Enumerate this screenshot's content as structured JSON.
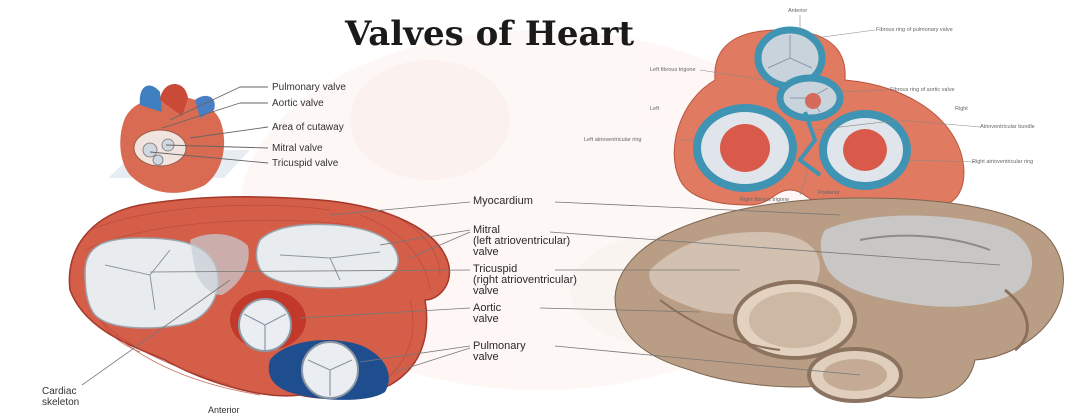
{
  "title": "Valves of Heart",
  "colors": {
    "muscle": "#d9604a",
    "muscle_dark": "#a83a2c",
    "ring_blue": "#3f93b3",
    "valve_white": "#ebeef1",
    "specimen": "#b89a80",
    "leader": "#7f7f7f",
    "text": "#333333"
  },
  "small_heart_labels": {
    "pulmonary": "Pulmonary valve",
    "aortic": "Aortic valve",
    "cutaway": "Area of cutaway",
    "mitral": "Mitral valve",
    "tricuspid": "Tricuspid valve"
  },
  "ring_diagram_labels": {
    "anterior": "Anterior",
    "fibrous_pulmonary": "Fibrous ring of pulmonary valve",
    "left_trigone": "Left fibrous trigone",
    "fibrous_aortic": "Fibrous ring of aortic valve",
    "left": "Left",
    "right": "Right",
    "left_av_ring": "Left atrioventricular ring",
    "av_bundle": "Atrioventricular bundle",
    "right_av_ring": "Right atrioventricular ring",
    "right_trigone": "Right fibrous trigone",
    "posterior": "Posterior"
  },
  "main_labels": {
    "myocardium": "Myocardium",
    "mitral": "Mitral",
    "mitral_sub1": "(left atrioventricular)",
    "mitral_sub2": "valve",
    "tricuspid": "Tricuspid",
    "tricuspid_sub1": "(right atrioventricular)",
    "tricuspid_sub2": "valve",
    "aortic": "Aortic",
    "aortic_sub": "valve",
    "pulmonary": "Pulmonary",
    "pulmonary_sub": "valve",
    "cardiac": "Cardiac",
    "skeleton": "skeleton",
    "anterior_cut": "Anterior"
  }
}
